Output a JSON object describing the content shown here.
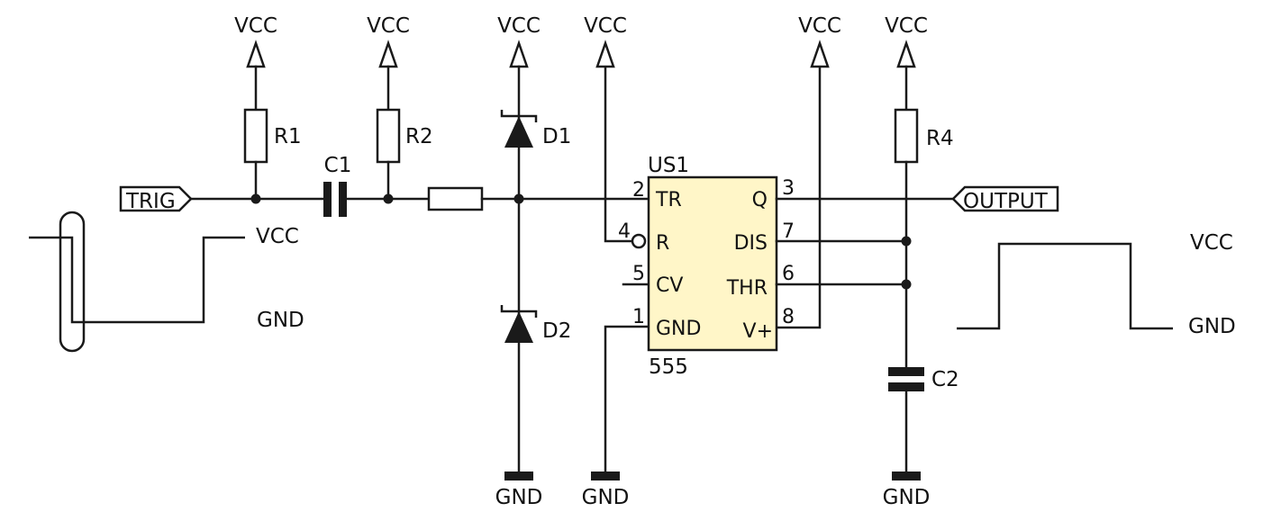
{
  "diagram": {
    "title": "555 monostable one-shot with trigger input and output waveform",
    "power_labels": {
      "vcc": "VCC",
      "gnd": "GND"
    },
    "components": {
      "r1": "R1",
      "r2": "R2",
      "r4": "R4",
      "c1": "C1",
      "c2": "C2",
      "d1": "D1",
      "d2": "D2",
      "ic_ref": "US1",
      "ic_value": "555"
    },
    "ports": {
      "trig": "TRIG",
      "output": "OUTPUT"
    },
    "ic_pins": [
      {
        "num": "2",
        "name": "TR",
        "side": "left"
      },
      {
        "num": "4",
        "name": "R",
        "side": "left"
      },
      {
        "num": "5",
        "name": "CV",
        "side": "left"
      },
      {
        "num": "1",
        "name": "GND",
        "side": "left"
      },
      {
        "num": "3",
        "name": "Q",
        "side": "right"
      },
      {
        "num": "7",
        "name": "DIS",
        "side": "right"
      },
      {
        "num": "6",
        "name": "THR",
        "side": "right"
      },
      {
        "num": "8",
        "name": "V+",
        "side": "right"
      }
    ],
    "input_waveform": {
      "high_label": "VCC",
      "low_label": "GND",
      "shape": "negative pulse"
    },
    "output_waveform": {
      "high_label": "VCC",
      "low_label": "GND",
      "shape": "positive pulse"
    }
  }
}
